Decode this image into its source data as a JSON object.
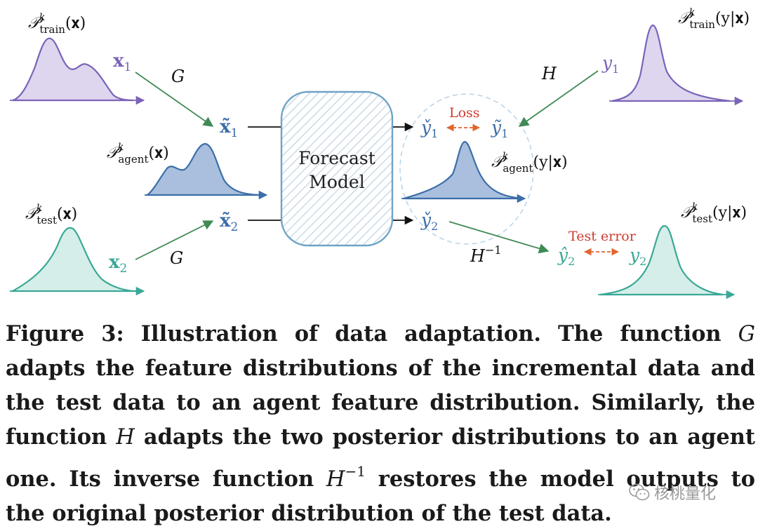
{
  "diagram": {
    "labels": {
      "p_train_x": "𝒫",
      "p_train_x_sup": "k",
      "p_train_x_sub": "train",
      "p_train_x_arg": "(𝐱)",
      "p_agent_x": "𝒫",
      "p_agent_x_sup": "k",
      "p_agent_x_sub": "agent",
      "p_agent_x_arg": "(𝐱)",
      "p_test_x": "𝒫",
      "p_test_x_sup": "k",
      "p_test_x_sub": "test",
      "p_test_x_arg": "(𝐱)",
      "p_train_y": "𝒫",
      "p_train_y_sup": "k",
      "p_train_y_sub": "train",
      "p_train_y_arg": "(y|𝐱)",
      "p_agent_y": "𝒫",
      "p_agent_y_sup": "k",
      "p_agent_y_sub": "agent",
      "p_agent_y_arg": "(y|𝐱)",
      "p_test_y": "𝒫",
      "p_test_y_sup": "k",
      "p_test_y_sub": "test",
      "p_test_y_arg": "(y|𝐱)",
      "x1": "𝐱",
      "x1_sub": "1",
      "x2": "𝐱",
      "x2_sub": "2",
      "x1_tilde": "𝐱̃",
      "x1_tilde_sub": "1",
      "x2_tilde": "𝐱̃",
      "x2_tilde_sub": "2",
      "g1": "G",
      "g2": "G",
      "h": "H",
      "h_inv": "H",
      "h_inv_sup": "−1",
      "y1": "y",
      "y1_sub": "1",
      "y1_check": "y̌",
      "y1_check_sub": "1",
      "y1_tilde": "ỹ",
      "y1_tilde_sub": "1",
      "y2_check": "y̌",
      "y2_check_sub": "2",
      "y2_hat": "ŷ",
      "y2_hat_sub": "2",
      "y2": "y",
      "y2_sub": "2",
      "loss": "Loss",
      "test_error": "Test error",
      "model_line1": "Forecast",
      "model_line2": "Model"
    },
    "colors": {
      "purple": "#7b63b8",
      "purple_fill": "#ddd6ee",
      "blue": "#3d6ea8",
      "blue_fill": "#a9bfdd",
      "teal": "#3aa897",
      "teal_fill": "#d6eee9",
      "arrow_green": "#3f8a55",
      "red": "#cc3b2f",
      "orange": "#e0662e",
      "model_border": "#6fa3c5"
    }
  },
  "caption": {
    "prefix": "Figure 3: Illustration of data adaptation. The function ",
    "g": "G",
    "part2": " adapts the feature distributions of the incremental data and the test data to an agent feature distribution. Similarly, the function ",
    "h": "H",
    "part3": " adapts the two posterior distributions to an agent one. Its inverse function ",
    "h_inv": "H",
    "h_inv_sup": "−1",
    "part4": " restores the model outputs to the original posterior distribution of the test data."
  },
  "watermark": {
    "text": "核桃量化"
  }
}
